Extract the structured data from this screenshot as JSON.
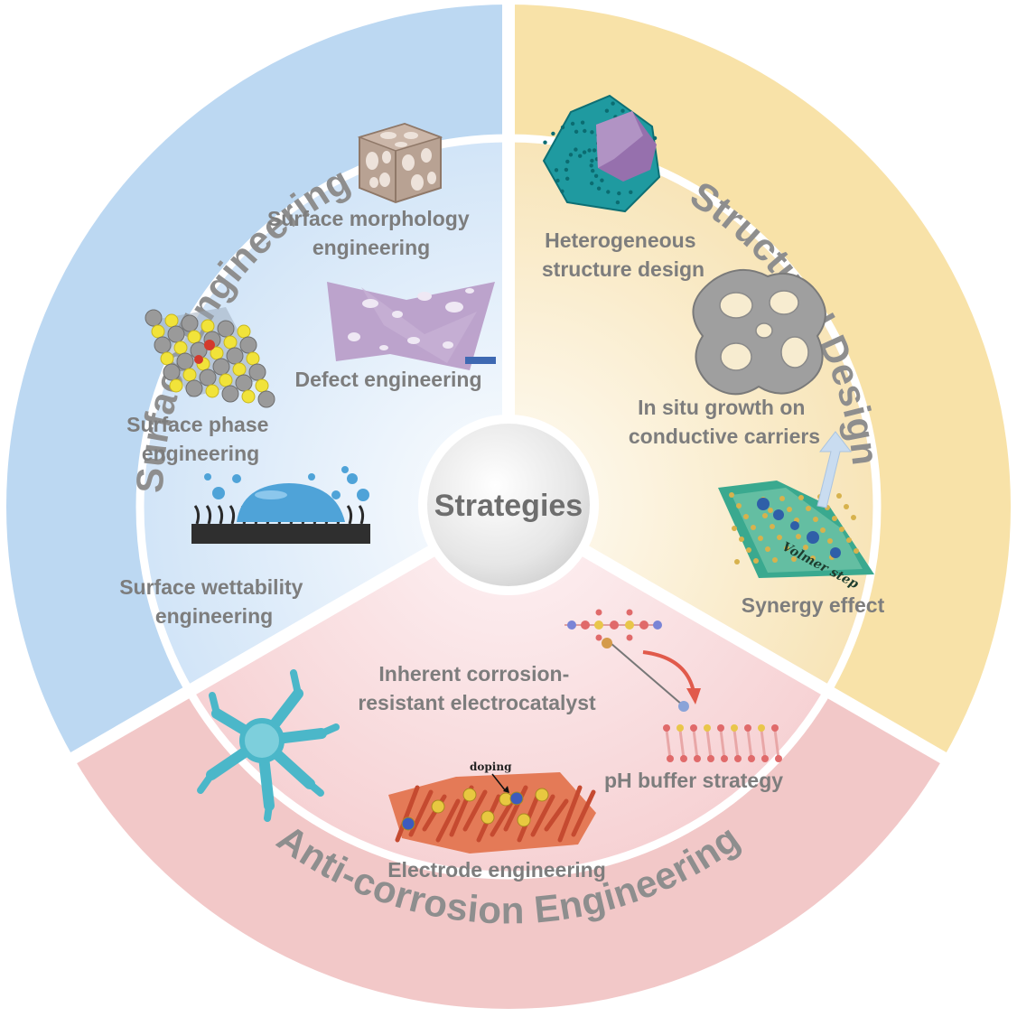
{
  "colors": {
    "surface_outer": "#bcd8f2",
    "surface_inner_edge": "#cfe3f7",
    "surface_inner_center": "#f3f8fd",
    "structural_outer": "#f8e2a8",
    "structural_inner_edge": "#f7e3b4",
    "structural_inner_center": "#fdf7e9",
    "anticorrosion_outer": "#f2c8c8",
    "anticorrosion_inner_edge": "#f6d0d2",
    "anticorrosion_inner_center": "#fcecee",
    "label_text": "#7d7d7d",
    "title_text": "#8e8e8e",
    "divider": "#ffffff"
  },
  "center": {
    "label": "Strategies"
  },
  "sectors": {
    "surface": {
      "title": "Surface Engineering",
      "items": [
        {
          "lines": [
            "Surface morphology",
            "engineering"
          ],
          "icon": "porous-cube-icon"
        },
        {
          "lines": [
            "Defect engineering"
          ],
          "icon": "defect-sheet-icon"
        },
        {
          "lines": [
            "Surface phase",
            "engineering"
          ],
          "icon": "crystal-lattice-icon"
        },
        {
          "lines": [
            "Surface wettability",
            "engineering"
          ],
          "icon": "water-droplet-icon"
        }
      ]
    },
    "structural": {
      "title": "Structural Design",
      "items": [
        {
          "lines": [
            "Heterogeneous",
            "structure design"
          ],
          "icon": "heterostructure-particle-icon"
        },
        {
          "lines": [
            "In situ growth on",
            "conductive carriers"
          ],
          "icon": "foam-carrier-icon"
        },
        {
          "lines": [
            "Synergy effect"
          ],
          "icon": "volmer-step-icon"
        }
      ],
      "annotation": "Volmer step"
    },
    "anticorrosion": {
      "title": "Anti-corrosion Engineering",
      "items": [
        {
          "lines": [
            "Inherent corrosion-",
            "resistant electrocatalyst"
          ],
          "icon": "dendritic-catalyst-icon"
        },
        {
          "lines": [
            "pH buffer strategy"
          ],
          "icon": "molecule-adsorption-icon"
        },
        {
          "lines": [
            "Electrode engineering"
          ],
          "icon": "doped-electrode-icon"
        }
      ],
      "annotation": "doping"
    }
  }
}
